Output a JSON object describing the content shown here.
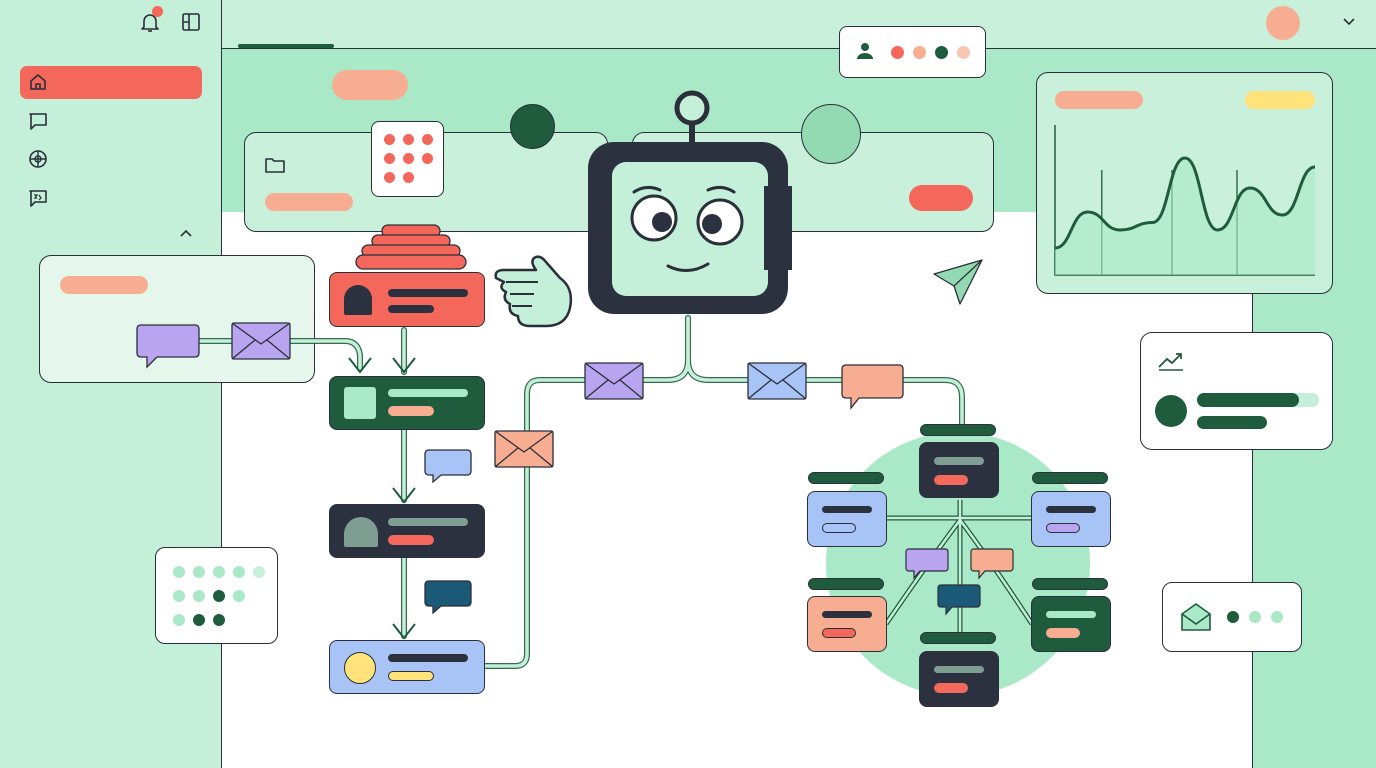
{
  "sidebar": {
    "items": [
      {
        "name": "home",
        "icon": "home-icon",
        "active": true
      },
      {
        "name": "messages",
        "icon": "chat-bubble-icon"
      },
      {
        "name": "explore",
        "icon": "globe-icon"
      },
      {
        "name": "assistant",
        "icon": "ai-chat-icon"
      }
    ],
    "collapse_icon": "chevron-up-icon"
  },
  "topbar": {
    "icons": [
      "bell-icon",
      "layout-panel-icon",
      "avatar",
      "chevron-down-icon"
    ],
    "notification_badge": true
  },
  "colors": {
    "accent_red": "#f4675b",
    "accent_salmon": "#f7ad92",
    "dark_green": "#1f5c3d",
    "mint": "#c4efd8",
    "lavender": "#b9a5ef",
    "blue": "#a8c3f5",
    "yellow": "#ffe27a",
    "navy": "#2c3140"
  },
  "graph_card": {
    "chart_data": {
      "type": "line",
      "values": [
        18,
        42,
        30,
        35,
        78,
        30,
        58,
        40,
        72
      ],
      "grid": true
    }
  },
  "workflow": {
    "nodes": [
      "trigger-node",
      "action-node",
      "process-node",
      "output-node"
    ],
    "icons": [
      "envelope-icon",
      "chat-bubble-icon",
      "paper-plane-icon",
      "trend-up-icon",
      "mail-open-icon",
      "folder-icon",
      "robot-mascot"
    ]
  }
}
